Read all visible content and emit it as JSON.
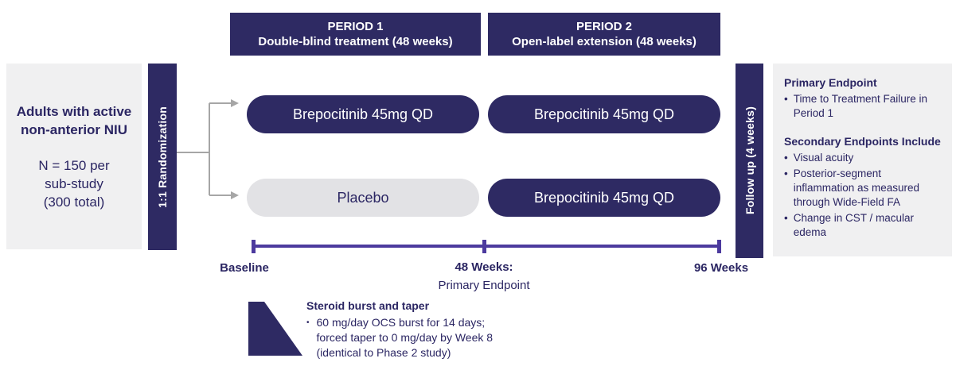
{
  "colors": {
    "navy": "#2e2a63",
    "timeline_purple": "#4c3a9e",
    "panel_gray": "#f0f0f1",
    "placebo_gray": "#e2e2e5",
    "arrow_gray": "#a6a6a6"
  },
  "headers": {
    "period1": {
      "line1": "PERIOD 1",
      "line2": "Double-blind treatment (48 weeks)"
    },
    "period2": {
      "line1": "PERIOD 2",
      "line2": "Open-label extension (48 weeks)"
    }
  },
  "population": {
    "title": "Adults with active\nnon-anterior NIU",
    "detail": "N = 150 per\nsub-study\n(300 total)"
  },
  "randomization_label": "1:1 Randomization",
  "arms": {
    "period1": [
      {
        "label": "Brepocitinib 45mg QD"
      },
      {
        "label": "Placebo"
      }
    ],
    "period2": [
      {
        "label": "Brepocitinib 45mg QD"
      },
      {
        "label": "Brepocitinib 45mg QD"
      }
    ]
  },
  "followup_label": "Follow up (4 weeks)",
  "endpoints": {
    "primary_title": "Primary Endpoint",
    "primary_items": [
      "Time to Treatment Failure in Period 1"
    ],
    "secondary_title": "Secondary Endpoints Include",
    "secondary_items": [
      "Visual acuity",
      "Posterior-segment inflammation as measured through Wide-Field FA",
      "Change in CST / macular edema"
    ],
    "bullet_glyph": "•"
  },
  "timeline": {
    "start_label": "Baseline",
    "mid_label": "48 Weeks:",
    "mid_sublabel": "Primary Endpoint",
    "end_label": "96 Weeks"
  },
  "steroid_note": {
    "title": "Steroid burst and taper",
    "bullet_glyph": "•",
    "text": "60 mg/day OCS burst for 14 days;\nforced taper to 0 mg/day by Week 8\n(identical to Phase 2 study)"
  }
}
